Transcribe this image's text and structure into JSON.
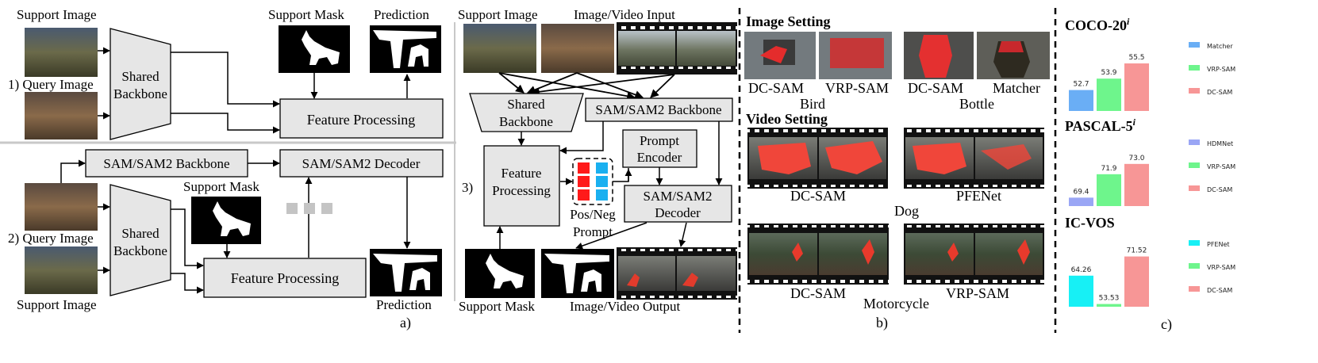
{
  "panel_a": {
    "row1": {
      "support_image_label": "Support Image",
      "query_image_label": "1) Query Image",
      "backbone_line1": "Shared",
      "backbone_line2": "Backbone",
      "support_mask_label": "Support Mask",
      "prediction_label": "Prediction",
      "feature_processing": "Feature Processing"
    },
    "row2": {
      "sam_backbone": "SAM/SAM2 Backbone",
      "sam_decoder": "SAM/SAM2 Decoder",
      "query_image_label": "2) Query Image",
      "support_image_label": "Support Image",
      "backbone_line1": "Shared",
      "backbone_line2": "Backbone",
      "support_mask_label": "Support Mask",
      "feature_processing": "Feature Processing",
      "prediction_label": "Prediction"
    },
    "caption": "a)"
  },
  "panel_3": {
    "index_label": "3)",
    "support_image_label": "Support Image",
    "input_label": "Image/Video Input",
    "backbone_line1": "Shared",
    "backbone_line2": "Backbone",
    "sam_backbone": "SAM/SAM2 Backbone",
    "prompt_encoder_line1": "Prompt",
    "prompt_encoder_line2": "Encoder",
    "feature_line1": "Feature",
    "feature_line2": "Processing",
    "pos_neg_line1": "Pos/Neg",
    "pos_neg_line2": "Prompt",
    "decoder_line1": "SAM/SAM2",
    "decoder_line2": "Decoder",
    "support_mask_label": "Support Mask",
    "output_label": "Image/Video Output"
  },
  "panel_b": {
    "image_setting_title": "Image Setting",
    "bird_labels": [
      "DC-SAM",
      "VRP-SAM"
    ],
    "bird_category": "Bird",
    "bottle_labels": [
      "DC-SAM",
      "Matcher"
    ],
    "bottle_category": "Bottle",
    "video_setting_title": "Video Setting",
    "dog_labels": [
      "DC-SAM",
      "PFENet"
    ],
    "dog_category": "Dog",
    "moto_labels": [
      "DC-SAM",
      "VRP-SAM"
    ],
    "moto_category": "Motorcycle",
    "caption": "b)"
  },
  "panel_c": {
    "caption": "c)",
    "charts": [
      {
        "title_main": "COCO-20",
        "title_sup": "i",
        "values": [
          52.7,
          53.9,
          55.5
        ],
        "labels": [
          "52.7",
          "53.9",
          "55.5"
        ],
        "legend": [
          "Matcher",
          "VRP-SAM",
          "DC-SAM"
        ],
        "colors": [
          "#6aaef5",
          "#6ef58c",
          "#f79696"
        ]
      },
      {
        "title_main": "PASCAL-5",
        "title_sup": "i",
        "values": [
          69.4,
          71.9,
          73.0
        ],
        "labels": [
          "69.4",
          "71.9",
          "73.0"
        ],
        "legend": [
          "HDMNet",
          "VRP-SAM",
          "DC-SAM"
        ],
        "colors": [
          "#9aa6f5",
          "#6ef58c",
          "#f79696"
        ]
      },
      {
        "title_main": "IC-VOS",
        "title_sup": "",
        "values": [
          64.26,
          53.53,
          71.52
        ],
        "labels": [
          "64.26",
          "53.53",
          "71.52"
        ],
        "legend": [
          "PFENet",
          "VRP-SAM",
          "DC-SAM"
        ],
        "colors": [
          "#17f0f5",
          "#6ef58c",
          "#f79696"
        ]
      }
    ]
  },
  "chart_data": [
    {
      "type": "bar",
      "title": "COCO-20i",
      "categories": [
        "Matcher",
        "VRP-SAM",
        "DC-SAM"
      ],
      "values": [
        52.7,
        53.9,
        55.5
      ]
    },
    {
      "type": "bar",
      "title": "PASCAL-5i",
      "categories": [
        "HDMNet",
        "VRP-SAM",
        "DC-SAM"
      ],
      "values": [
        69.4,
        71.9,
        73.0
      ]
    },
    {
      "type": "bar",
      "title": "IC-VOS",
      "categories": [
        "PFENet",
        "VRP-SAM",
        "DC-SAM"
      ],
      "values": [
        64.26,
        53.53,
        71.52
      ]
    }
  ]
}
